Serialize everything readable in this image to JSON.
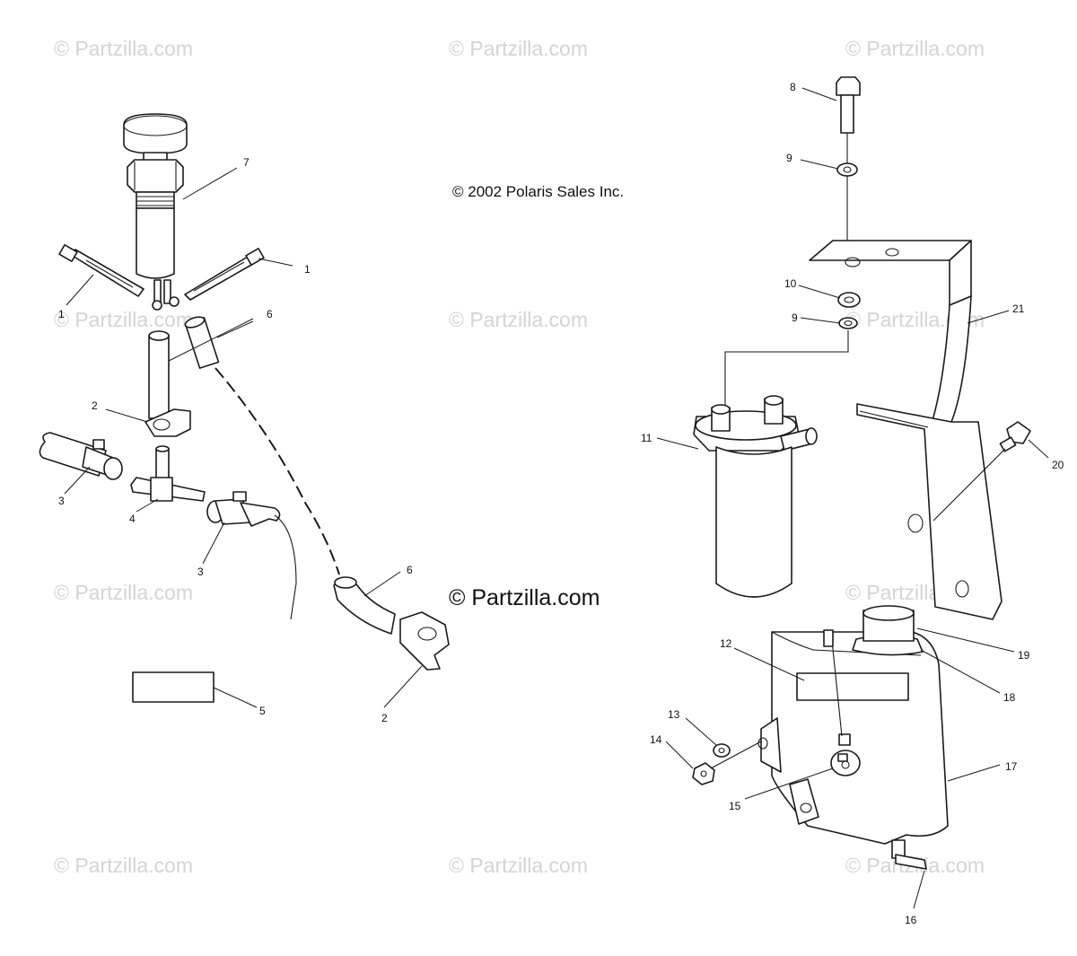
{
  "copyright": "© 2002 Polaris Sales Inc.",
  "brand_mark": "© Partzilla.com",
  "watermark": "© Partzilla.com",
  "callouts": {
    "c1a": "1",
    "c1b": "1",
    "c2a": "2",
    "c2b": "2",
    "c3a": "3",
    "c3b": "3",
    "c4": "4",
    "c5": "5",
    "c6a": "6",
    "c6b": "6",
    "c7": "7",
    "c8": "8",
    "c9a": "9",
    "c9b": "9",
    "c10": "10",
    "c11": "11",
    "c12": "12",
    "c13": "13",
    "c14": "14",
    "c15": "15",
    "c16": "16",
    "c17": "17",
    "c18": "18",
    "c19": "19",
    "c20": "20",
    "c21": "21"
  }
}
